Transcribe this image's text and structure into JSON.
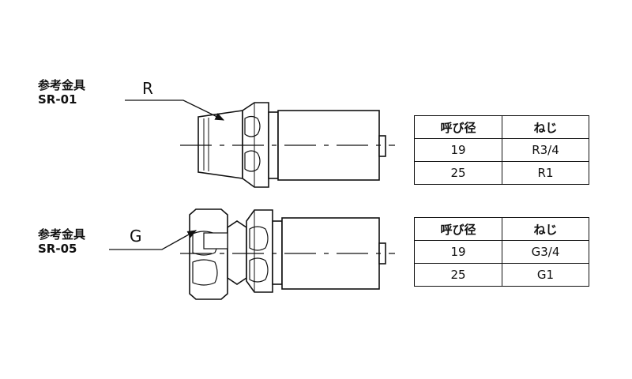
{
  "fittings": [
    {
      "ref_title": "参考金具",
      "ref_code": "SR-01",
      "thread_letter": "R",
      "table": {
        "headers": [
          "呼び径",
          "ねじ"
        ],
        "rows": [
          [
            "19",
            "R3/4"
          ],
          [
            "25",
            "R1"
          ]
        ]
      }
    },
    {
      "ref_title": "参考金具",
      "ref_code": "SR-05",
      "thread_letter": "G",
      "table": {
        "headers": [
          "呼び径",
          "ねじ"
        ],
        "rows": [
          [
            "19",
            "G3/4"
          ],
          [
            "25",
            "G1"
          ]
        ]
      }
    }
  ]
}
